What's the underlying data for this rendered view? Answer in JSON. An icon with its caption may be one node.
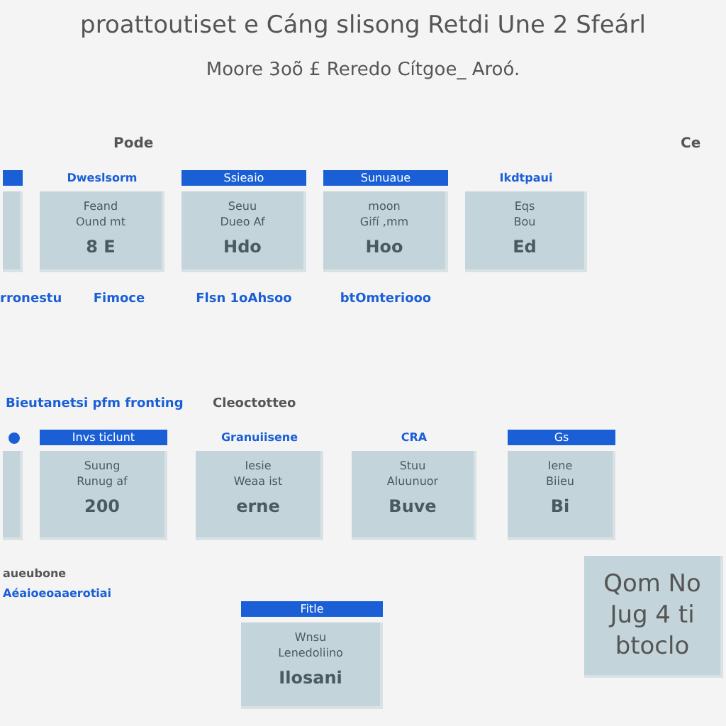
{
  "diagram": {
    "title": "proattoutiset e Cáng slisong Retdi Une 2 Sfeárl",
    "caption": "Moore 3oõ £ Reredo Cítgoe_ Aroó.",
    "nodes": [
      {
        "text": [],
        "shape": "box",
        "beside": [
          "rronestu"
        ]
      },
      {
        "text": [
          "Dweslsorm",
          "Feand",
          "Ound mt",
          "8 E"
        ],
        "beside": [
          "Fimoce"
        ]
      },
      {
        "text": [
          "Ssieaio",
          "Seuu",
          "Dueo Af",
          "Hdo"
        ],
        "beside": [
          "Flsn 1oAhsoo"
        ]
      },
      {
        "text": [
          "Sunuaue",
          "moon",
          "Gifí ,mm",
          "Hoo"
        ],
        "beside": [
          "btOmteriooo"
        ]
      },
      {
        "text": [
          "Ikdtpaui",
          "Eqs",
          "Bou",
          "Ed"
        ]
      },
      {
        "text": [],
        "shape": "box"
      },
      {
        "text": [
          "Invs ticlunt",
          "Suung",
          "Runug af",
          "200"
        ]
      },
      {
        "text": [
          "Granuiisene",
          "Iesie",
          "Weaa ist",
          "erne"
        ]
      },
      {
        "text": [
          "CRA",
          "Stuu",
          "Aluunuor",
          "Buve"
        ]
      },
      {
        "text": [
          "Gs",
          "Iene",
          "Biieu",
          "Bi"
        ]
      },
      {
        "text": [
          "Fitle",
          "Wnsu",
          "Lenedoliino",
          "Ilosani"
        ]
      },
      {
        "text": [
          "Qom No Jug 4 ti btoclo"
        ]
      }
    ],
    "edges": [],
    "labels": [
      "Pode",
      "Ce",
      "Bieutanetsi pfm fronting",
      "Cleoctotteo",
      "aueubone",
      "Aéaioeoaaerotiai"
    ]
  }
}
